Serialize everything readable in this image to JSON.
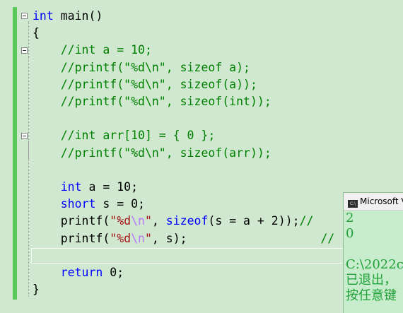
{
  "editor": {
    "lines": [
      {
        "tokens": [
          {
            "t": "int",
            "c": "kw"
          },
          {
            "t": " main()",
            "c": ""
          }
        ]
      },
      {
        "tokens": [
          {
            "t": "{",
            "c": ""
          }
        ]
      },
      {
        "tokens": [
          {
            "t": "    //int a = 10;",
            "c": "cm"
          }
        ]
      },
      {
        "tokens": [
          {
            "t": "    //printf(\"%d\\n\", sizeof a);",
            "c": "cm"
          }
        ]
      },
      {
        "tokens": [
          {
            "t": "    //printf(\"%d\\n\", sizeof(a));",
            "c": "cm"
          }
        ]
      },
      {
        "tokens": [
          {
            "t": "    //printf(\"%d\\n\", sizeof(int));",
            "c": "cm"
          }
        ]
      },
      {
        "tokens": []
      },
      {
        "tokens": [
          {
            "t": "    //int arr[10] = { 0 };",
            "c": "cm"
          }
        ]
      },
      {
        "tokens": [
          {
            "t": "    //printf(\"%d\\n\", sizeof(arr));",
            "c": "cm"
          }
        ]
      },
      {
        "tokens": []
      },
      {
        "tokens": [
          {
            "t": "    ",
            "c": ""
          },
          {
            "t": "int",
            "c": "kw"
          },
          {
            "t": " a = 10;",
            "c": ""
          }
        ]
      },
      {
        "tokens": [
          {
            "t": "    ",
            "c": ""
          },
          {
            "t": "short",
            "c": "kw"
          },
          {
            "t": " s = 0;",
            "c": ""
          }
        ]
      },
      {
        "tokens": [
          {
            "t": "    printf(",
            "c": ""
          },
          {
            "t": "\"%d",
            "c": "str"
          },
          {
            "t": "\\n",
            "c": "esc"
          },
          {
            "t": "\"",
            "c": "str"
          },
          {
            "t": ", ",
            "c": ""
          },
          {
            "t": "sizeof",
            "c": "kw"
          },
          {
            "t": "(s = a + 2));",
            "c": ""
          },
          {
            "t": "//",
            "c": "cm"
          }
        ]
      },
      {
        "tokens": [
          {
            "t": "    printf(",
            "c": ""
          },
          {
            "t": "\"%d",
            "c": "str"
          },
          {
            "t": "\\n",
            "c": "esc"
          },
          {
            "t": "\"",
            "c": "str"
          },
          {
            "t": ", s);",
            "c": ""
          },
          {
            "t": "                   //",
            "c": "cm"
          }
        ]
      },
      {
        "tokens": []
      },
      {
        "tokens": [
          {
            "t": "    ",
            "c": ""
          },
          {
            "t": "return",
            "c": "kw"
          },
          {
            "t": " 0;",
            "c": ""
          }
        ]
      },
      {
        "tokens": [
          {
            "t": "}",
            "c": ""
          }
        ]
      }
    ]
  },
  "console": {
    "title": "Microsoft V",
    "icon_text": "C:\\",
    "output": [
      "2",
      "0",
      "",
      "C:\\2022c",
      "已退出，",
      "按任意键"
    ]
  }
}
